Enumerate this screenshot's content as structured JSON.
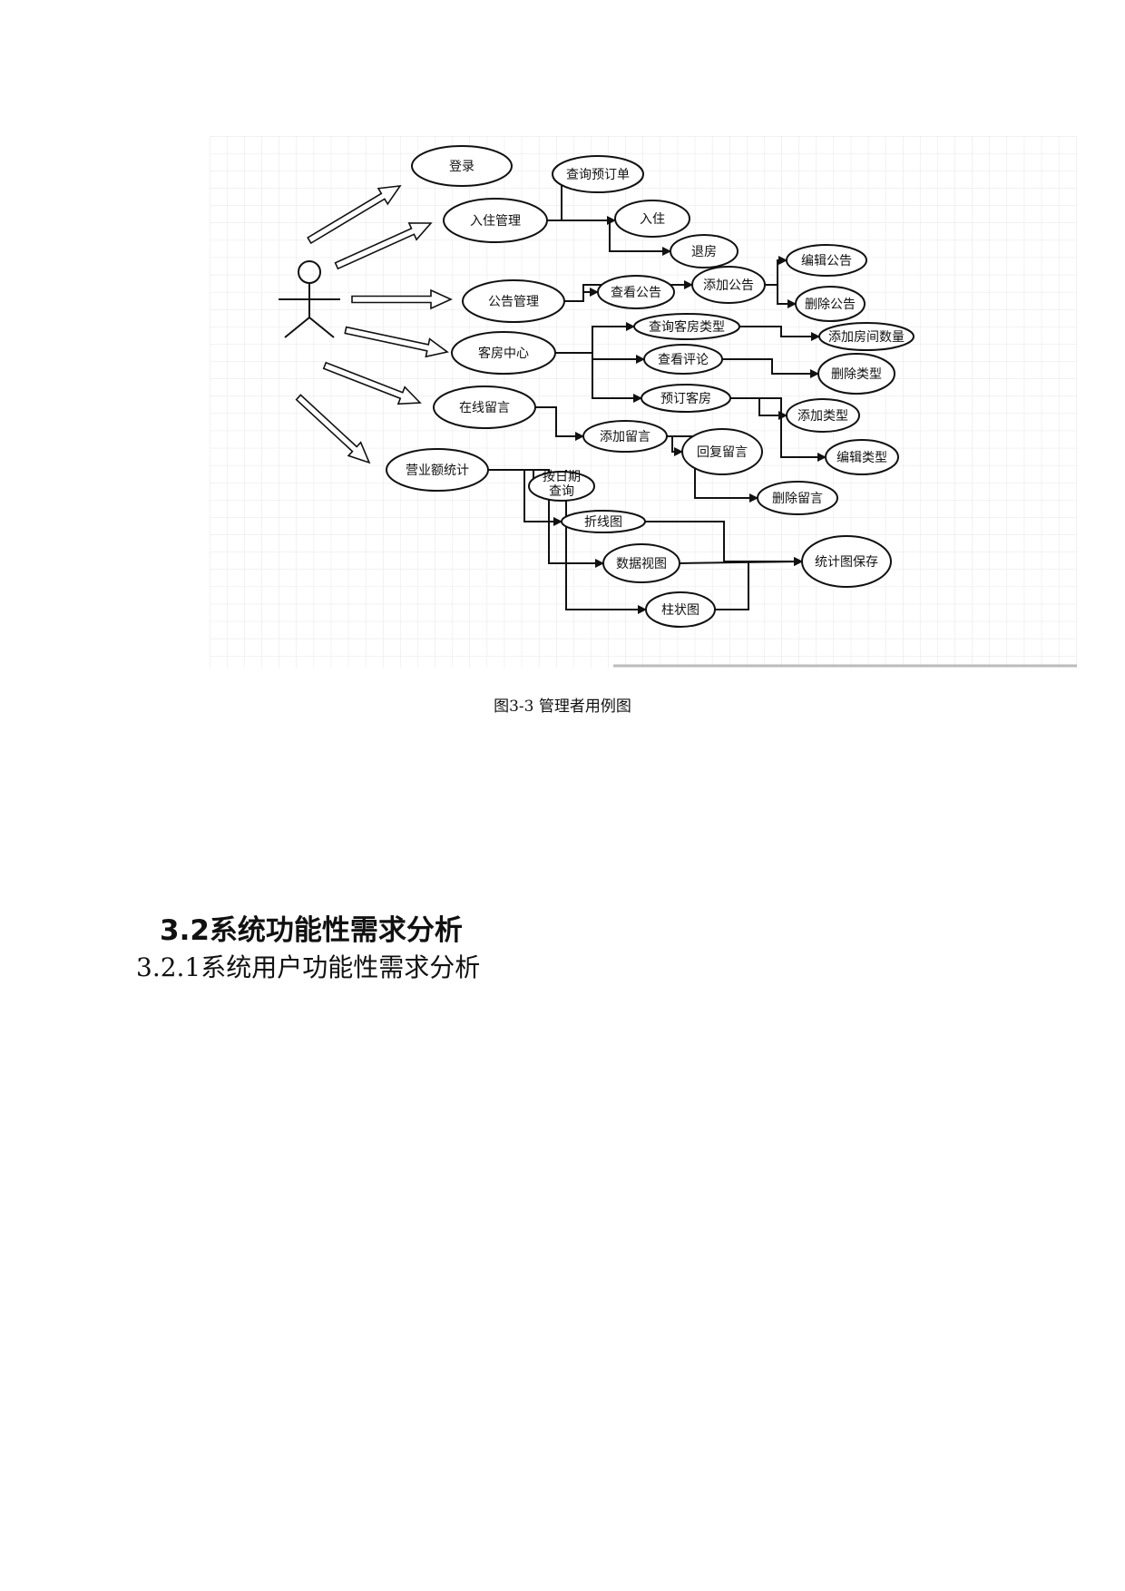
{
  "figure": {
    "actor": "administrator",
    "nodes": {
      "login": "登录",
      "checkin_mgmt": "入住管理",
      "query_order": "查询预订单",
      "checkin": "入住",
      "checkout": "退房",
      "notice_mgmt": "公告管理",
      "view_notice": "查看公告",
      "add_notice": "添加公告",
      "edit_notice": "编辑公告",
      "delete_notice": "删除公告",
      "room_center": "客房中心",
      "query_room_type": "查询客房类型",
      "add_room_count": "添加房间数量",
      "view_comment": "查看评论",
      "delete_type": "删除类型",
      "book_room": "预订客房",
      "add_type": "添加类型",
      "edit_type": "编辑类型",
      "online_msg": "在线留言",
      "add_msg": "添加留言",
      "reply_msg": "回复留言",
      "delete_msg": "删除留言",
      "revenue_stats": "营业额统计",
      "query_by_date_1": "按日期",
      "query_by_date_2": "查询",
      "line_chart": "折线图",
      "data_view": "数据视图",
      "bar_chart": "柱状图",
      "save_chart": "统计图保存"
    }
  },
  "caption": "图3-3 管理者用例图",
  "section_heading": "3.2系统功能性需求分析",
  "subsection_heading": "3.2.1系统用户功能性需求分析"
}
